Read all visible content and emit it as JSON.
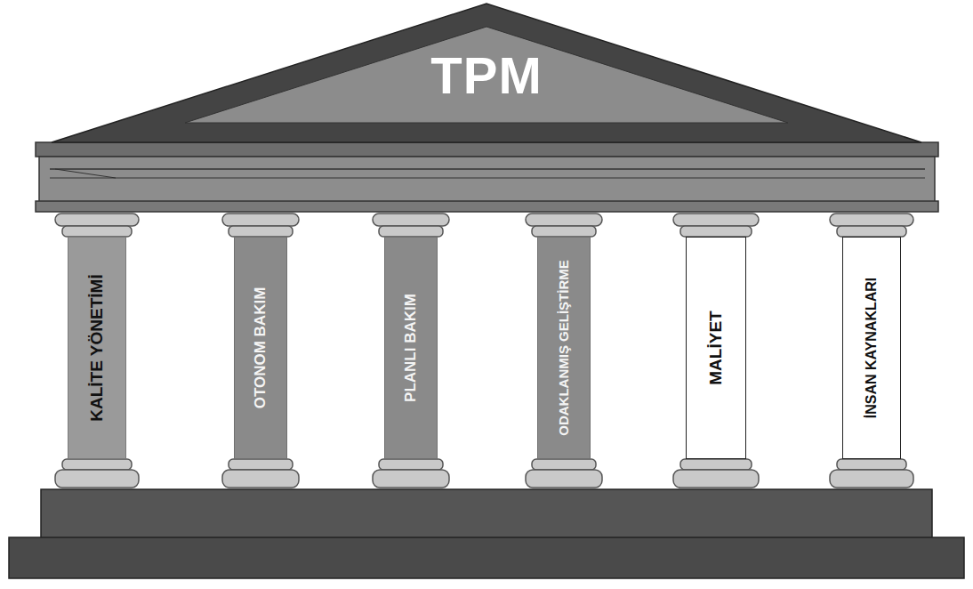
{
  "diagram": {
    "nodes": [
      {
        "text": [
          "TPM"
        ]
      },
      {
        "text": [
          "KALİTE YÖNETİMİ"
        ]
      },
      {
        "text": [
          "OTONOM BAKIM"
        ]
      },
      {
        "text": [
          "PLANLI BAKIM"
        ]
      },
      {
        "text": [
          "ODAKLANMIŞ GELİŞTİRME"
        ]
      },
      {
        "text": [
          "MALİYET"
        ]
      },
      {
        "text": [
          "İNSAN KAYNAKLARI"
        ]
      }
    ]
  }
}
